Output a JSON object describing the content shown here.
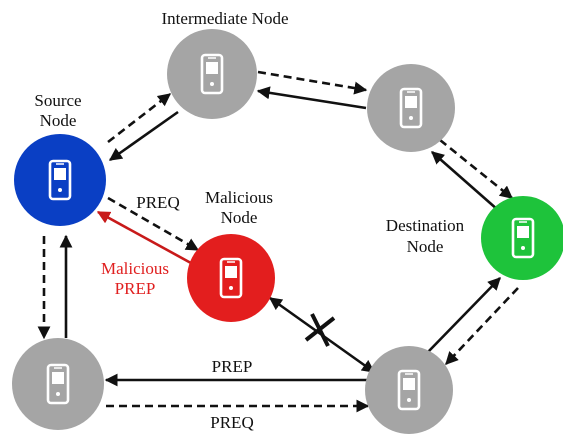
{
  "nodes": {
    "intermediate": {
      "label": "Intermediate Node",
      "color": "#a5a5a5"
    },
    "source": {
      "label_line1": "Source",
      "label_line2": "Node",
      "color": "#0a3fc4"
    },
    "malicious": {
      "label_line1": "Malicious",
      "label_line2": "Node",
      "color": "#e31e1e"
    },
    "destination": {
      "label_line1": "Destination",
      "label_line2": "Node",
      "color": "#1ec33b"
    },
    "top_right": {
      "color": "#a5a5a5"
    },
    "bottom_left": {
      "color": "#a5a5a5"
    },
    "bottom_right": {
      "color": "#a5a5a5"
    }
  },
  "edge_labels": {
    "preq_source_malicious": "PREQ",
    "malicious_prep_line1": "Malicious",
    "malicious_prep_line2": "PREP",
    "prep_bottom": "PREP",
    "preq_bottom": "PREQ"
  },
  "colors": {
    "arrow": "#111111",
    "malicious_arrow": "#c81a1a"
  }
}
